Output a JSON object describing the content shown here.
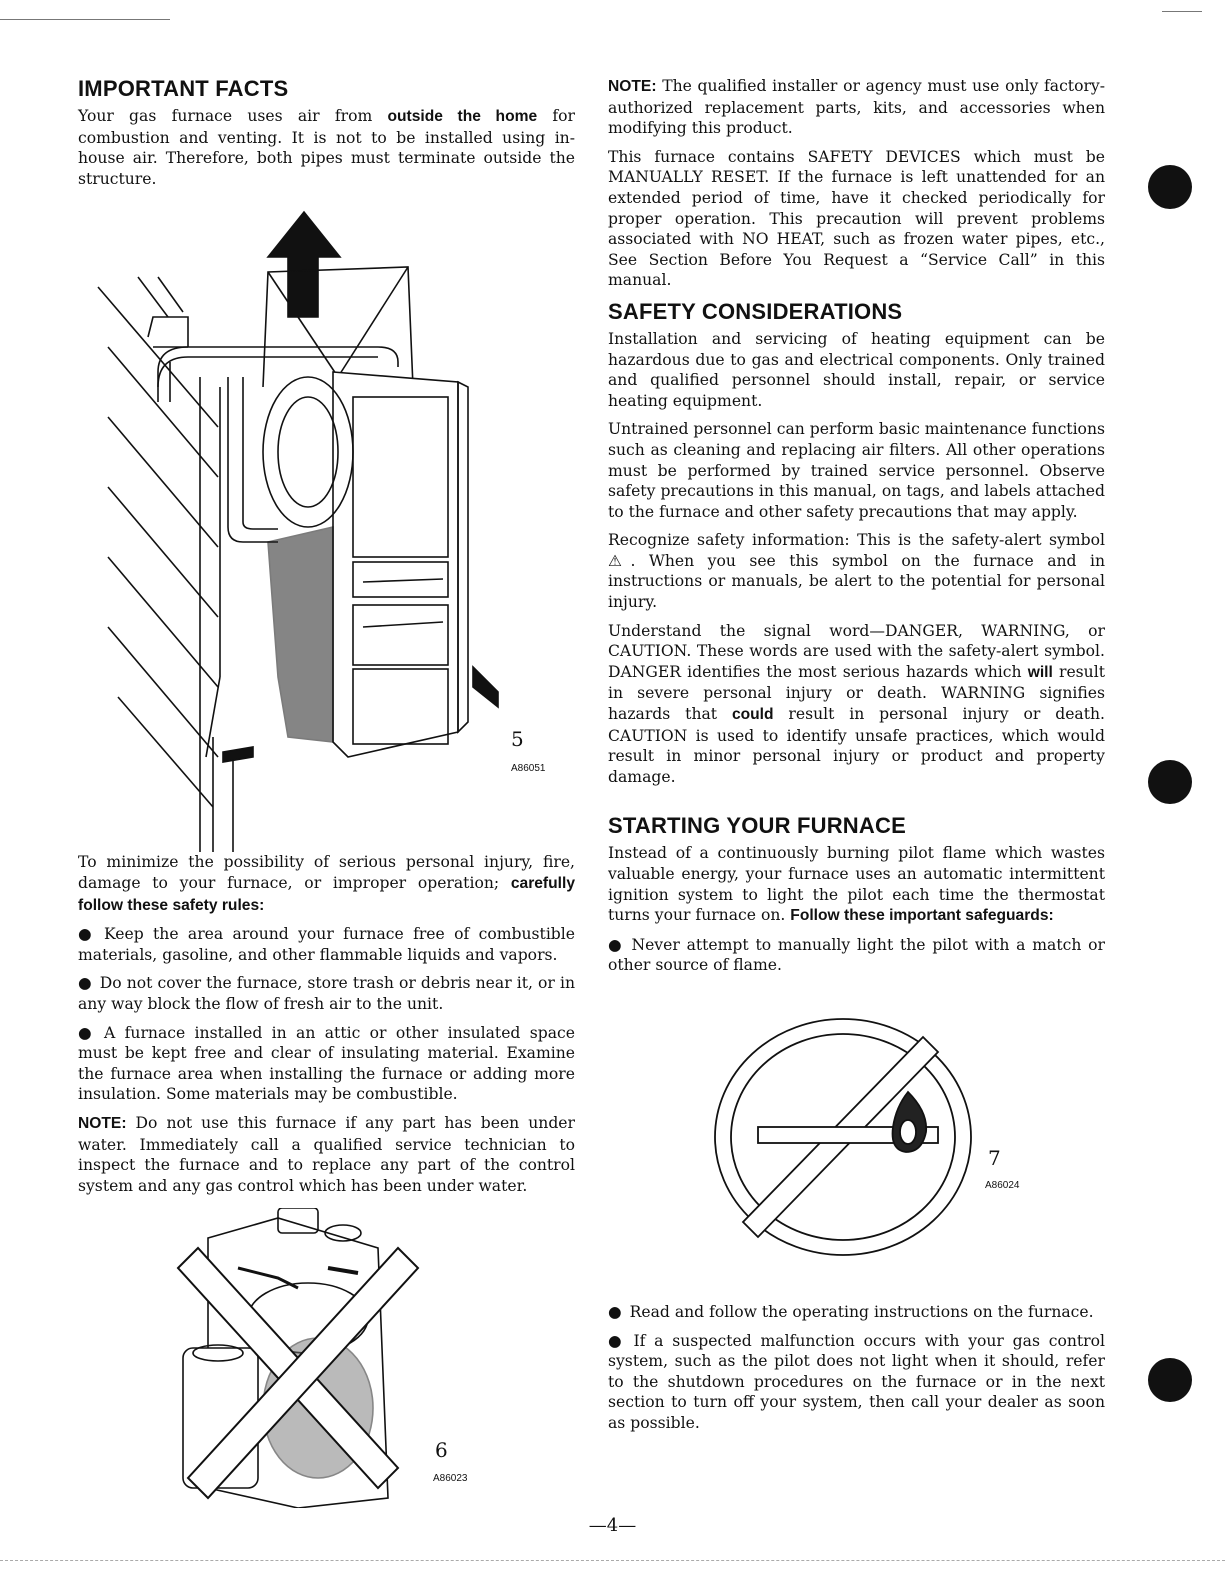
{
  "left": {
    "heading": "IMPORTANT FACTS",
    "intro_1": "Your gas furnace uses air from ",
    "intro_bold": "outside the home",
    "intro_2": " for combustion and venting. It is not to be installed using in-house air. Therefore, both pipes must terminate outside the structure.",
    "fig5_number": "5",
    "fig5_code": "A86051",
    "minimize_1": "To minimize the possibility of serious personal injury, fire, damage to your furnace, or improper operation; ",
    "minimize_bold": "carefully follow these safety rules:",
    "bullet_1": "Keep the area around your furnace free of combustible materials, gasoline, and other flammable liquids and vapors.",
    "bullet_2": "Do not cover the furnace, store trash or debris near it, or in any way block the flow of fresh air to the unit.",
    "bullet_3": "A furnace installed in an attic or other insulated space must be kept free and clear of insulating material. Examine the furnace area when installing the furnace or adding more insulation. Some materials may be combustible.",
    "note_label": "NOTE:",
    "note_text": " Do not use this furnace if any part has been under water. Immediately call a qualified service technician to inspect the furnace and to replace any part of the control system and any gas control which has been under water.",
    "fig6_number": "6",
    "fig6_code": "A86023"
  },
  "right": {
    "note_label": "NOTE:",
    "note_text": " The qualified installer or agency must use only factory-authorized replacement parts, kits, and accessories when modifying this product.",
    "safety_devices": "This furnace contains SAFETY DEVICES which must be MANUALLY RESET. If the furnace is left unattended for an extended period of time, have it checked periodically for proper operation. This precaution will prevent problems associated with NO HEAT, such as frozen water pipes, etc., See Section Before You Request a “Service Call” in this manual.",
    "safety_heading": "SAFETY CONSIDERATIONS",
    "safety_p1": "Installation and servicing of heating equipment can be hazardous due to gas and electrical components. Only trained and qualified personnel should install, repair, or service heating equipment.",
    "safety_p2": "Untrained personnel can perform basic maintenance functions such as cleaning and replacing air filters. All other operations must be performed by trained service personnel. Observe safety precautions in this manual, on tags, and labels attached to the furnace and other safety precautions that may apply.",
    "safety_p3a": "Recognize safety information: This is the safety-alert symbol ",
    "safety_p3_symbol": "⚠",
    "safety_p3b": ". When you see this symbol on the furnace and in instructions or manuals, be alert to the potential for personal injury.",
    "safety_p4a": "Understand the signal word—DANGER, WARNING, or CAUTION. These words are used with the safety-alert symbol. DANGER identifies the most serious hazards which ",
    "safety_p4_will": "will",
    "safety_p4b": " result in severe personal injury or death. WARNING signifies hazards that ",
    "safety_p4_could": "could",
    "safety_p4c": " result in personal injury or death. CAUTION is used to identify unsafe practices, which would result in minor personal injury or product and property damage.",
    "start_heading": "STARTING YOUR FURNACE",
    "start_p1": "Instead of a continuously burning pilot flame which wastes valuable energy, your furnace uses an automatic intermittent ignition system to light the pilot each time the thermostat turns your furnace on. ",
    "start_p1_bold": "Follow these important safeguards:",
    "start_bullet_1": "Never attempt to manually light the pilot with a match or other source of flame.",
    "fig7_number": "7",
    "fig7_code": "A86024",
    "start_bullet_2": "Read and follow the operating instructions on the furnace.",
    "start_bullet_3": "If a suspected malfunction occurs with your gas control system, such as the pilot does not light when it should, refer to the shutdown procedures on the furnace or in the next section to turn off your system, then call your dealer as soon as possible."
  },
  "page_number": "—4—",
  "bullet_glyph": "●"
}
